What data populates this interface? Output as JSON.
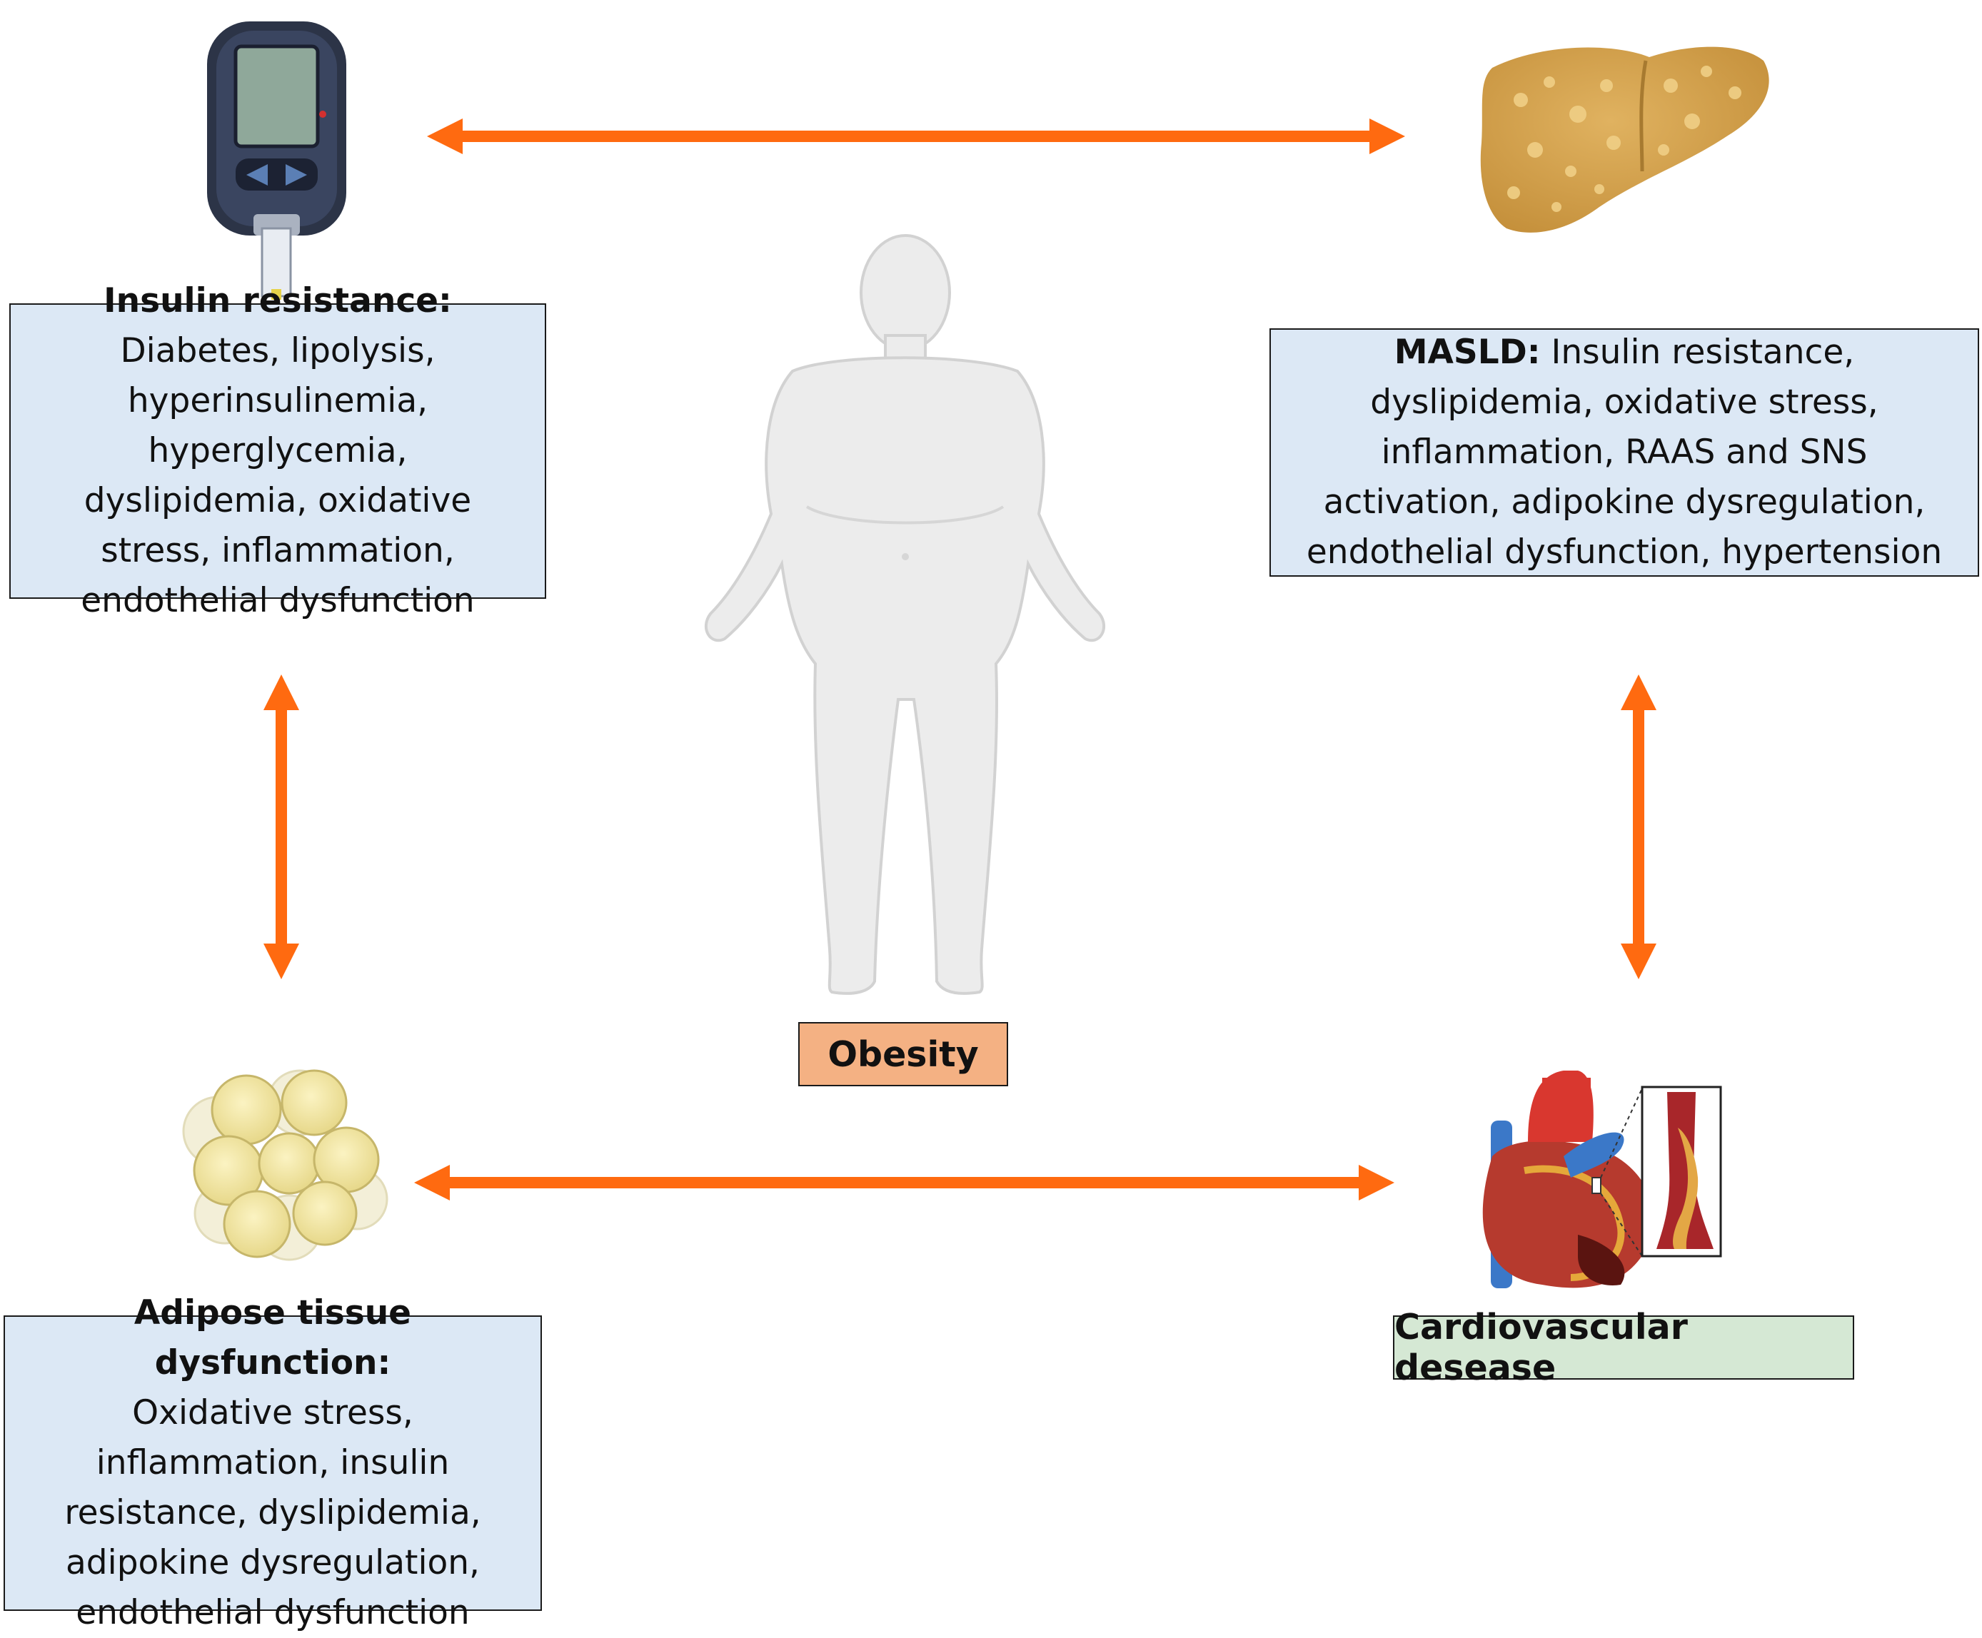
{
  "boxes": {
    "insulin": {
      "heading": "Insulin resistance:",
      "body": " Diabetes, lipolysis, hyperinsulinemia, hyperglycemia, dyslipidemia, oxidative stress, inflammation, endothelial dysfunction"
    },
    "masld": {
      "heading": "MASLD:",
      "body": " Insulin resistance, dyslipidemia, oxidative stress, inflammation, RAAS and SNS activation, adipokine dysregulation, endothelial dysfunction, hypertension"
    },
    "adipose": {
      "heading": "Adipose tissue dysfunction:",
      "body": "Oxidative stress, inflammation, insulin resistance, dyslipidemia, adipokine dysregulation, endothelial dysfunction"
    }
  },
  "labels": {
    "obesity": "Obesity",
    "cvd": "Cardiovascular desease"
  },
  "colors": {
    "arrow": "#ff6a10",
    "box_fill": "#dce8f5",
    "obesity_fill": "#f4b183",
    "cvd_fill": "#d5e8d4"
  },
  "icons": [
    "glucometer-icon",
    "fatty-liver-icon",
    "human-body-icon",
    "adipocytes-icon",
    "heart-artery-icon"
  ]
}
